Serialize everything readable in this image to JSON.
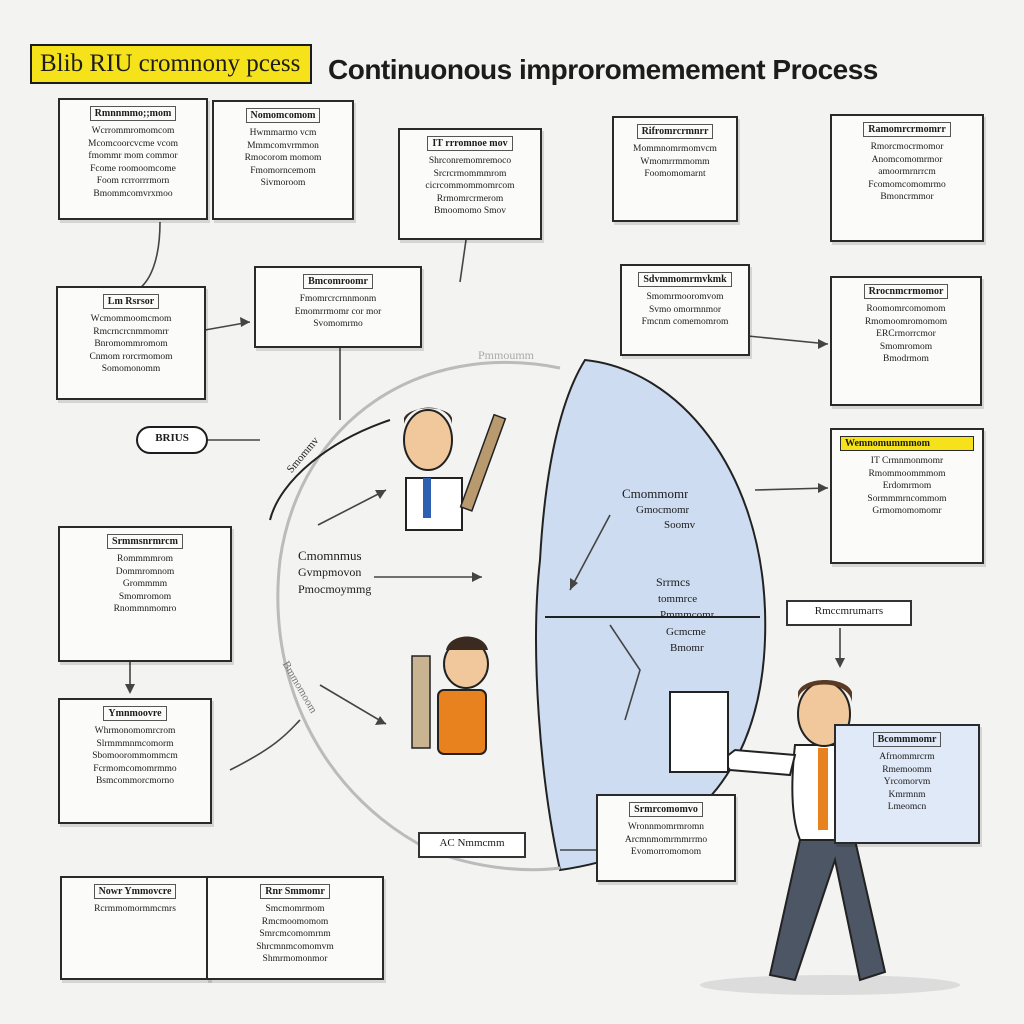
{
  "header": {
    "tag": "Blib RIU cromnony pcess",
    "title": "Continuonous improromemement Process"
  },
  "colors": {
    "accent_yellow": "#f6e21a",
    "cycle_blue": "#cddcf1",
    "shirt_orange": "#e8821e",
    "tie_blue": "#2f5fb0"
  },
  "cards": [
    {
      "id": "c1",
      "header": "Rmnnmmo;;mom",
      "lines": [
        "Wcrrommromomcom",
        "Mcomcoorcvcme vcom",
        "fmommr mom commor",
        "Fcome roomoomcome",
        "Foom rcrrorrrmorn",
        "Bmommcomvrxmoo"
      ]
    },
    {
      "id": "c2",
      "header": "Nomomcomom",
      "lines": [
        "Hwmmarmo vcm",
        "Mmmcomvrmmon",
        "Rmocorom momom",
        "Fmomorncemom",
        "Sivmoroom"
      ]
    },
    {
      "id": "c3",
      "header": "IT rrromnoe mov",
      "lines": [
        "Shrconremomremoco",
        "Srcrcrmommmrom",
        "cicrcommommomrcom",
        "Rrmomrcrmerom",
        "Bmoomomo Smov"
      ]
    },
    {
      "id": "c4",
      "header": "Rifromrcrmnrr",
      "lines": [
        "Mommnomrmomvcm",
        "Wmomrrmmomm",
        "Foomomomarnt"
      ]
    },
    {
      "id": "c5",
      "header": "Ramomrcrmomrr",
      "lines": [
        "Rmorcmocrmomor",
        "Anomcomomrmor",
        "amoormrnrrcm",
        "Fcomomcomomrmo",
        "Bmoncrmmor"
      ]
    },
    {
      "id": "c6",
      "header": "Lm Rsrsor",
      "lines": [
        "Wcmommoomcmom",
        "Rmcrncrcnmmomrr",
        "Bnromommromom",
        "Cnmom rorcrmomom",
        "Somomonomm"
      ]
    },
    {
      "id": "c7",
      "header": "Bmcomroomr",
      "lines": [
        "Fmomrcrcrnnmonm",
        "Emomrrmomr cor mor",
        "Svomomrmo"
      ]
    },
    {
      "id": "c8",
      "header": "Sdvmmomrmvkmk",
      "lines": [
        "Smomrmooromvom",
        "Svmo omormnmor",
        "Fmcnm comemomrom"
      ]
    },
    {
      "id": "c9",
      "header": "Rrocnmcrmomor",
      "lines": [
        "Roomomrcomomom",
        "Rmomoomromomom",
        "ERCrmorrcmor",
        "Smomromom",
        "Bmodrmom"
      ]
    },
    {
      "id": "c10",
      "header": "Wemnomummmom",
      "lines": [
        "IT Crmnmonmomr",
        "Rmommoommmom",
        "Erdomrmom",
        "Sormmmrncommom",
        "Grmomomomomr"
      ]
    },
    {
      "id": "c11",
      "header": "Srmmsnrmrcm",
      "lines": [
        "Rommmmrom",
        "Dommromnom",
        "Grommmm",
        "Smomromom",
        "Rnommnmomro"
      ]
    },
    {
      "id": "c12",
      "header": "Ymnmoovre",
      "lines": [
        "Whrmonomomrcrom",
        "Slrmmmnmcomorm",
        "Sbomoorommommcm",
        "Fcrmomcomomrmmo",
        "Bsmcommorcmorno"
      ]
    },
    {
      "id": "c13",
      "header": "Srmrcomomvo",
      "lines": [
        "Wronnmomrmromn",
        "Arcmnmomrmmrrmo",
        "Evomorromomom"
      ]
    },
    {
      "id": "c14",
      "header": "Bcommmomr",
      "lines": [
        "Afrnommrcrm",
        "Rmemoomm",
        "Yrcomorvm",
        "Kmrmnm",
        "Lmeomcn"
      ]
    },
    {
      "id": "c15",
      "header": "Nowr Ymmovcre",
      "lines": [
        "Rcrmmomormmcmrs"
      ]
    },
    {
      "id": "c16",
      "header": "Rnr Smmomr",
      "lines": [
        "Smcmomrmom",
        "Rmcmoomomom",
        "Smrcmcomomrnm",
        "Shrcmnmcomomvm",
        "Shmrmomonmor"
      ]
    }
  ],
  "labels": {
    "bub": "BRIUS",
    "cycle_left": "Cmomnmus",
    "cycle_left2": "Gvmpmovon",
    "cycle_left3": "Pmocmoymmg",
    "cycle_right": "Cmommomr",
    "cycle_right2": "Gmocmomr",
    "cycle_right3": "Soomv",
    "cycle_right4": "Srrmcs",
    "cycle_right5": "tommrce",
    "cycle_right6": "Pmmmcomr",
    "cycle_right7": "Gcmcme",
    "cycle_right8": "Bmomr",
    "arc_top": "Pmmoumm",
    "arc_left": "Smommv",
    "arc_left2": "Bmmomoom",
    "bottom_box": "AC Nmmcmm",
    "mid_box": "Rmccmrumarrs"
  }
}
